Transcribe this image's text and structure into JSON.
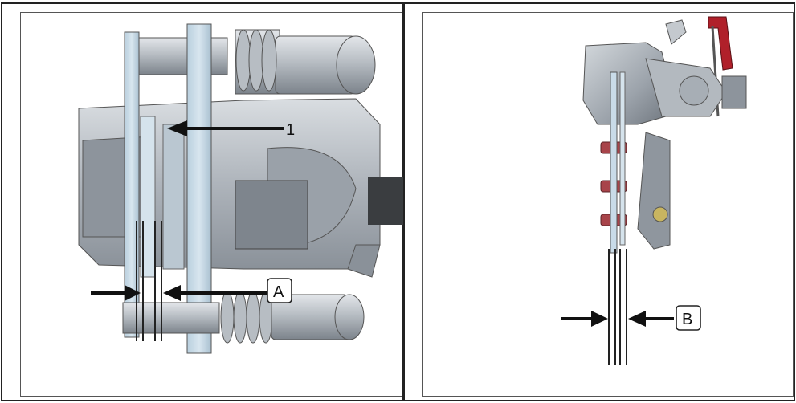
{
  "left_panel": {
    "callout_number": "1",
    "callout_label": "A"
  },
  "right_panel": {
    "callout_label": "B"
  },
  "colors": {
    "metal_light": "#c7ccd2",
    "metal_mid": "#9ea5ad",
    "metal_dark": "#6c737b",
    "disc_blue": "#c9dbe8",
    "red_part": "#b0202a",
    "bolt_red": "#a8444a",
    "line": "#222222"
  }
}
